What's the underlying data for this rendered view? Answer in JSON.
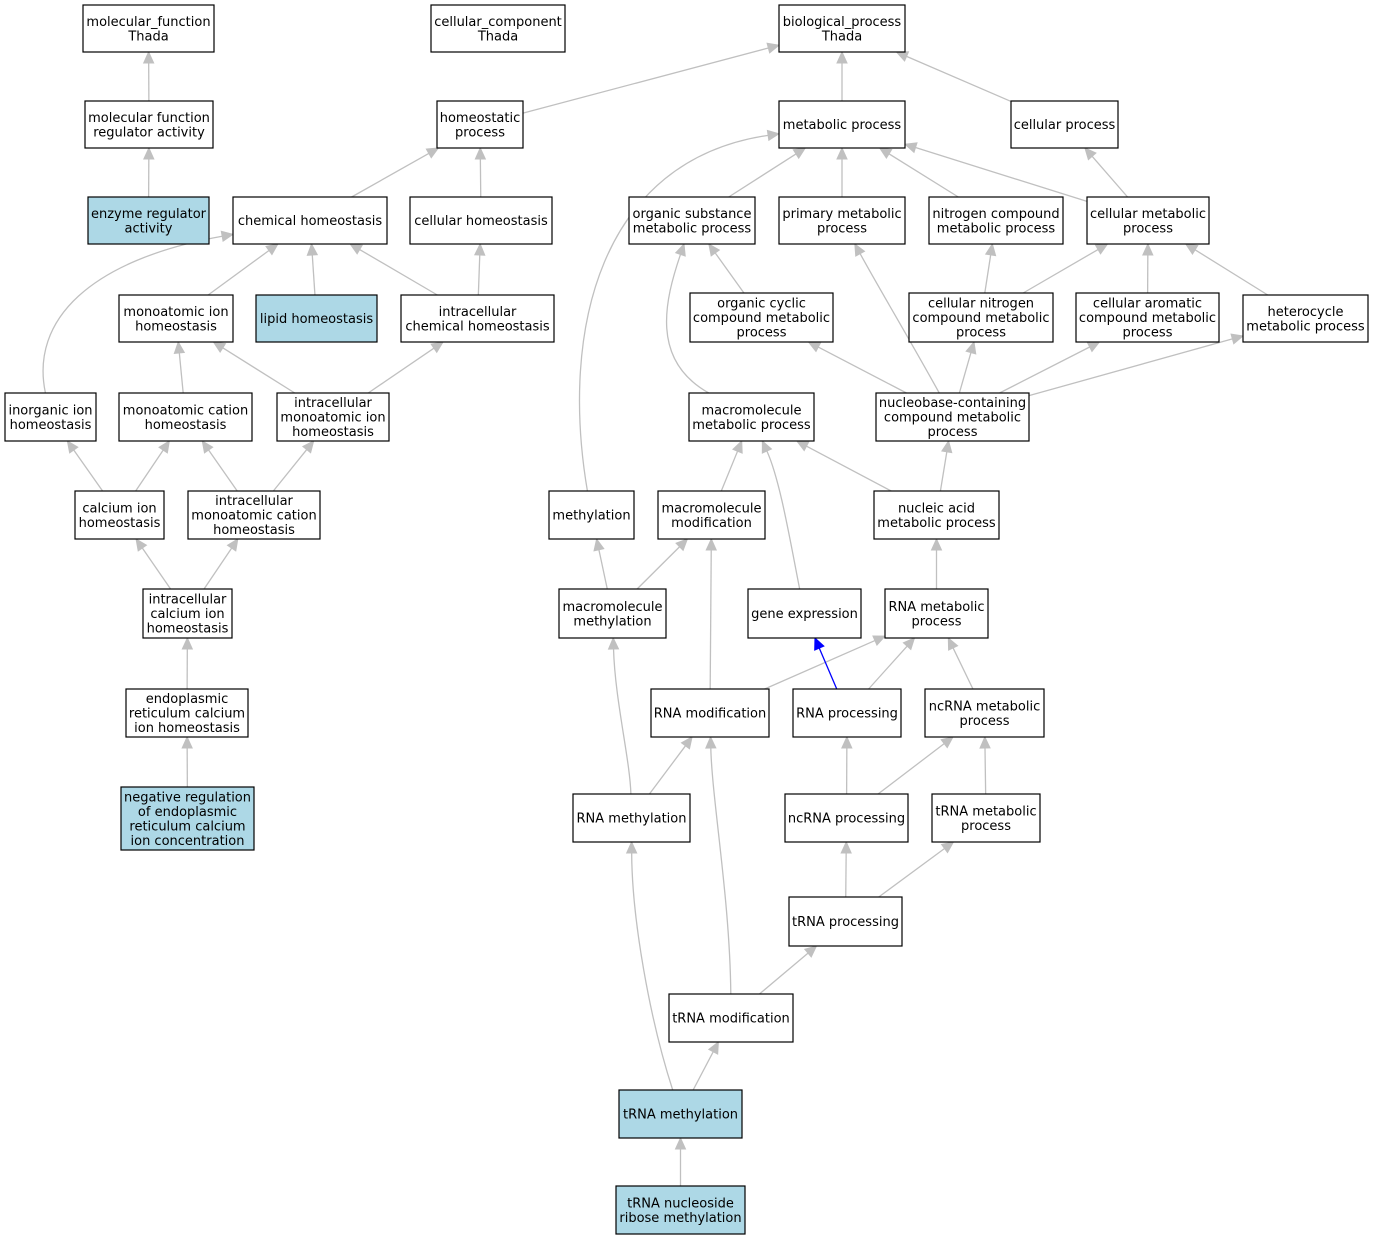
{
  "colors": {
    "edge": "#c0c0c0",
    "highlight_edge": "#0000ff",
    "node_fill": "#ffffff",
    "node_highlight_fill": "#add8e6",
    "node_border": "#000000"
  },
  "nodes": [
    {
      "id": "mf",
      "lines": [
        "molecular_function",
        "Thada"
      ]
    },
    {
      "id": "cc",
      "lines": [
        "cellular_component",
        "Thada"
      ]
    },
    {
      "id": "bp",
      "lines": [
        "biological_process",
        "Thada"
      ]
    },
    {
      "id": "mfra",
      "lines": [
        "molecular function",
        "regulator activity"
      ]
    },
    {
      "id": "era",
      "lines": [
        "enzyme regulator",
        "activity"
      ],
      "highlight": true
    },
    {
      "id": "homeo",
      "lines": [
        "homeostatic",
        "process"
      ]
    },
    {
      "id": "metab",
      "lines": [
        "metabolic process"
      ]
    },
    {
      "id": "cellproc",
      "lines": [
        "cellular process"
      ]
    },
    {
      "id": "chemhomeo",
      "lines": [
        "chemical homeostasis"
      ]
    },
    {
      "id": "cellhomeo",
      "lines": [
        "cellular homeostasis"
      ]
    },
    {
      "id": "osmp",
      "lines": [
        "organic substance",
        "metabolic process"
      ]
    },
    {
      "id": "pmp",
      "lines": [
        "primary metabolic",
        "process"
      ]
    },
    {
      "id": "ncmp",
      "lines": [
        "nitrogen compound",
        "metabolic process"
      ]
    },
    {
      "id": "cmp",
      "lines": [
        "cellular metabolic",
        "process"
      ]
    },
    {
      "id": "mih",
      "lines": [
        "monoatomic ion",
        "homeostasis"
      ]
    },
    {
      "id": "lipid",
      "lines": [
        "lipid homeostasis"
      ],
      "highlight": true
    },
    {
      "id": "icch",
      "lines": [
        "intracellular",
        "chemical homeostasis"
      ]
    },
    {
      "id": "occmp",
      "lines": [
        "organic cyclic",
        "compound metabolic",
        "process"
      ]
    },
    {
      "id": "cncmp",
      "lines": [
        "cellular nitrogen",
        "compound metabolic",
        "process"
      ]
    },
    {
      "id": "cacmp",
      "lines": [
        "cellular aromatic",
        "compound metabolic",
        "process"
      ]
    },
    {
      "id": "hmp",
      "lines": [
        "heterocycle",
        "metabolic process"
      ]
    },
    {
      "id": "iih",
      "lines": [
        "inorganic ion",
        "homeostasis"
      ]
    },
    {
      "id": "mch",
      "lines": [
        "monoatomic cation",
        "homeostasis"
      ]
    },
    {
      "id": "imih",
      "lines": [
        "intracellular",
        "monoatomic ion",
        "homeostasis"
      ]
    },
    {
      "id": "mmp",
      "lines": [
        "macromolecule",
        "metabolic process"
      ]
    },
    {
      "id": "nbcmp",
      "lines": [
        "nucleobase-containing",
        "compound metabolic",
        "process"
      ]
    },
    {
      "id": "cih",
      "lines": [
        "calcium ion",
        "homeostasis"
      ]
    },
    {
      "id": "imch",
      "lines": [
        "intracellular",
        "monoatomic cation",
        "homeostasis"
      ]
    },
    {
      "id": "meth",
      "lines": [
        "methylation"
      ]
    },
    {
      "id": "mmod",
      "lines": [
        "macromolecule",
        "modification"
      ]
    },
    {
      "id": "namp",
      "lines": [
        "nucleic acid",
        "metabolic process"
      ]
    },
    {
      "id": "icih",
      "lines": [
        "intracellular",
        "calcium ion",
        "homeostasis"
      ]
    },
    {
      "id": "mmeth",
      "lines": [
        "macromolecule",
        "methylation"
      ]
    },
    {
      "id": "gexp",
      "lines": [
        "gene expression"
      ]
    },
    {
      "id": "rnamp",
      "lines": [
        "RNA metabolic",
        "process"
      ]
    },
    {
      "id": "erch",
      "lines": [
        "endoplasmic",
        "reticulum calcium",
        "ion homeostasis"
      ]
    },
    {
      "id": "rnamod",
      "lines": [
        "RNA modification"
      ]
    },
    {
      "id": "rnaproc",
      "lines": [
        "RNA processing"
      ]
    },
    {
      "id": "ncrnamp",
      "lines": [
        "ncRNA metabolic",
        "process"
      ]
    },
    {
      "id": "nrerc",
      "lines": [
        "negative regulation",
        "of endoplasmic",
        "reticulum calcium",
        "ion concentration"
      ],
      "highlight": true
    },
    {
      "id": "rnameth",
      "lines": [
        "RNA methylation"
      ]
    },
    {
      "id": "ncrnaproc",
      "lines": [
        "ncRNA processing"
      ]
    },
    {
      "id": "trnamp",
      "lines": [
        "tRNA metabolic",
        "process"
      ]
    },
    {
      "id": "trnaproc",
      "lines": [
        "tRNA processing"
      ]
    },
    {
      "id": "trnamod",
      "lines": [
        "tRNA modification"
      ]
    },
    {
      "id": "trnameth",
      "lines": [
        "tRNA methylation"
      ],
      "highlight": true
    },
    {
      "id": "trnanrm",
      "lines": [
        "tRNA nucleoside",
        "ribose methylation"
      ],
      "highlight": true
    }
  ],
  "edges": [
    {
      "from": "mfra",
      "to": "mf"
    },
    {
      "from": "era",
      "to": "mfra"
    },
    {
      "from": "homeo",
      "to": "bp"
    },
    {
      "from": "metab",
      "to": "bp"
    },
    {
      "from": "cellproc",
      "to": "bp"
    },
    {
      "from": "chemhomeo",
      "to": "homeo"
    },
    {
      "from": "cellhomeo",
      "to": "homeo"
    },
    {
      "from": "osmp",
      "to": "metab"
    },
    {
      "from": "pmp",
      "to": "metab"
    },
    {
      "from": "ncmp",
      "to": "metab"
    },
    {
      "from": "cmp",
      "to": "metab"
    },
    {
      "from": "cmp",
      "to": "cellproc"
    },
    {
      "from": "mih",
      "to": "chemhomeo"
    },
    {
      "from": "lipid",
      "to": "chemhomeo"
    },
    {
      "from": "icch",
      "to": "chemhomeo"
    },
    {
      "from": "icch",
      "to": "cellhomeo"
    },
    {
      "from": "iih",
      "to": "chemhomeo"
    },
    {
      "from": "occmp",
      "to": "osmp"
    },
    {
      "from": "cncmp",
      "to": "ncmp"
    },
    {
      "from": "cncmp",
      "to": "cmp"
    },
    {
      "from": "cacmp",
      "to": "cmp"
    },
    {
      "from": "hmp",
      "to": "cmp"
    },
    {
      "from": "mch",
      "to": "mih"
    },
    {
      "from": "imih",
      "to": "mih"
    },
    {
      "from": "imih",
      "to": "icch"
    },
    {
      "from": "mmp",
      "to": "osmp"
    },
    {
      "from": "nbcmp",
      "to": "occmp"
    },
    {
      "from": "nbcmp",
      "to": "pmp"
    },
    {
      "from": "nbcmp",
      "to": "cncmp"
    },
    {
      "from": "nbcmp",
      "to": "cacmp"
    },
    {
      "from": "nbcmp",
      "to": "hmp"
    },
    {
      "from": "cih",
      "to": "iih"
    },
    {
      "from": "cih",
      "to": "mch"
    },
    {
      "from": "imch",
      "to": "mch"
    },
    {
      "from": "imch",
      "to": "imih"
    },
    {
      "from": "meth",
      "to": "metab"
    },
    {
      "from": "mmod",
      "to": "mmp"
    },
    {
      "from": "namp",
      "to": "mmp"
    },
    {
      "from": "namp",
      "to": "nbcmp"
    },
    {
      "from": "gexp",
      "to": "mmp"
    },
    {
      "from": "icih",
      "to": "cih"
    },
    {
      "from": "icih",
      "to": "imch"
    },
    {
      "from": "mmeth",
      "to": "meth"
    },
    {
      "from": "mmeth",
      "to": "mmod"
    },
    {
      "from": "rnamp",
      "to": "namp"
    },
    {
      "from": "erch",
      "to": "icih"
    },
    {
      "from": "rnamod",
      "to": "mmod"
    },
    {
      "from": "rnamod",
      "to": "rnamp"
    },
    {
      "from": "rnaproc",
      "to": "rnamp"
    },
    {
      "from": "rnaproc",
      "to": "gexp",
      "highlight": true
    },
    {
      "from": "ncrnamp",
      "to": "rnamp"
    },
    {
      "from": "nrerc",
      "to": "erch"
    },
    {
      "from": "rnameth",
      "to": "mmeth"
    },
    {
      "from": "rnameth",
      "to": "rnamod"
    },
    {
      "from": "ncrnaproc",
      "to": "rnaproc"
    },
    {
      "from": "ncrnaproc",
      "to": "ncrnamp"
    },
    {
      "from": "trnamp",
      "to": "ncrnamp"
    },
    {
      "from": "trnaproc",
      "to": "ncrnaproc"
    },
    {
      "from": "trnaproc",
      "to": "trnamp"
    },
    {
      "from": "trnamod",
      "to": "rnamod"
    },
    {
      "from": "trnamod",
      "to": "trnaproc"
    },
    {
      "from": "trnameth",
      "to": "rnameth"
    },
    {
      "from": "trnameth",
      "to": "trnamod"
    },
    {
      "from": "trnanrm",
      "to": "trnameth"
    }
  ]
}
